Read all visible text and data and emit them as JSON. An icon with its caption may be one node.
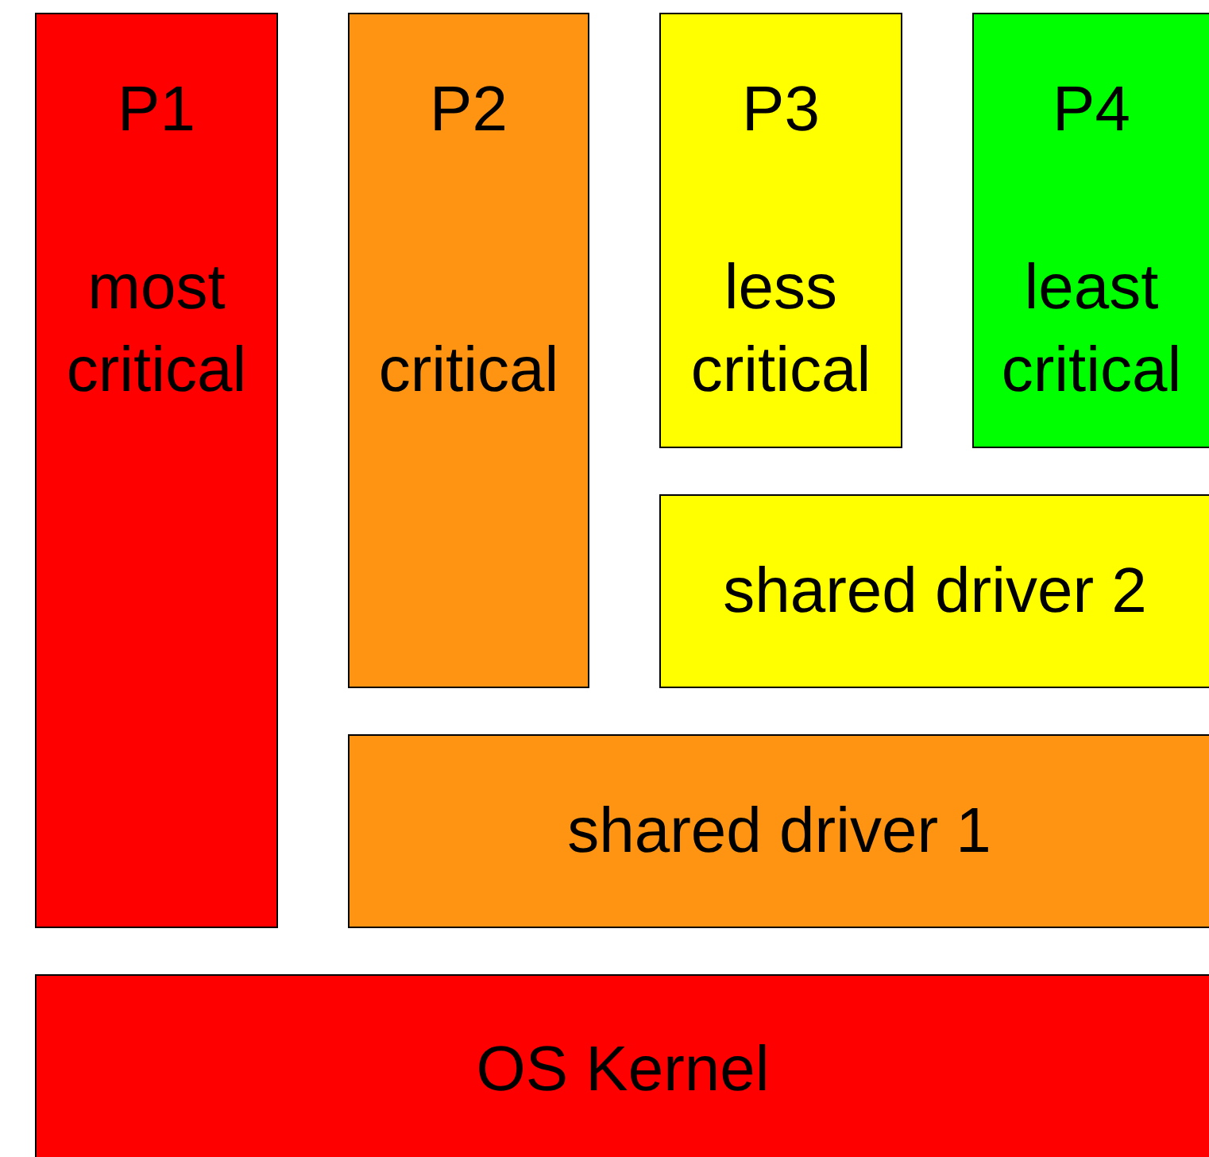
{
  "diagram": {
    "nodes": [
      {
        "text": [
          "P1",
          "most critical"
        ]
      },
      {
        "text": [
          "P2",
          "critical"
        ]
      },
      {
        "text": [
          "P3",
          "less critical"
        ]
      },
      {
        "text": [
          "P4",
          "least critical"
        ]
      },
      {
        "text": [
          "shared driver 2"
        ]
      },
      {
        "text": [
          "shared driver 1"
        ]
      },
      {
        "text": [
          "OS Kernel"
        ]
      }
    ]
  }
}
